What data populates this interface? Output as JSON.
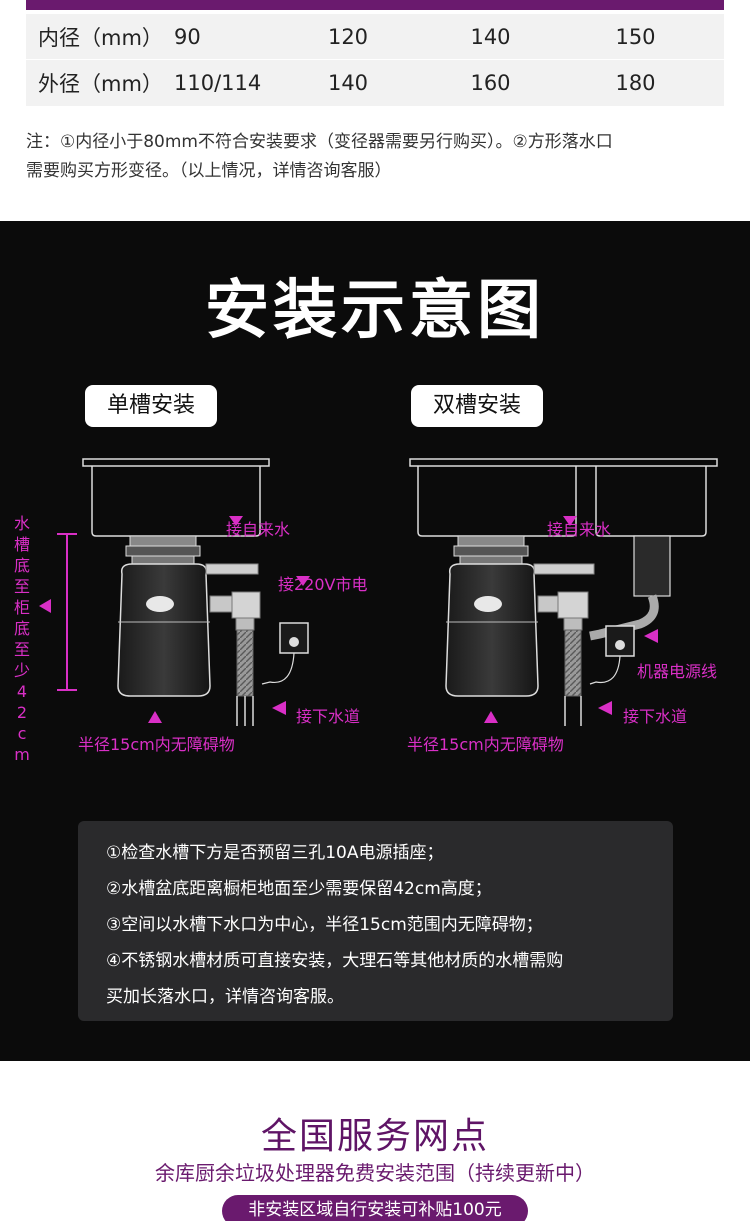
{
  "table": {
    "rows": [
      {
        "label": "内径（mm）",
        "values": [
          "90",
          "120",
          "140",
          "150"
        ]
      },
      {
        "label": "外径（mm）",
        "values": [
          "110/114",
          "140",
          "160",
          "180"
        ]
      }
    ]
  },
  "note": {
    "line1": "注：①内径小于80mm不符合安装要求（变径器需要另行购买）。②方形落水口",
    "line2": "需要购买方形变径。（以上情况，详情咨询客服）"
  },
  "install": {
    "title": "安装示意图",
    "single_label": "单槽安装",
    "double_label": "双槽安装",
    "single": {
      "water_in": "接自来水",
      "power": "接220V市电",
      "drain": "接下水道",
      "clearance": "半径15cm内无障碍物",
      "height": "水槽底至柜底至少42cm"
    },
    "double": {
      "water_in": "接自来水",
      "power_cord": "机器电源线",
      "drain": "接下水道",
      "clearance": "半径15cm内无障碍物"
    },
    "steps": [
      "①检查水槽下方是否预留三孔10A电源插座；",
      "②水槽盆底距离橱柜地面至少需要保留42cm高度；",
      "③空间以水槽下水口为中心，半径15cm范围内无障碍物；",
      "④不锈钢水槽材质可直接安装，大理石等其他材质的水槽需购",
      "买加长落水口，详情咨询客服。"
    ]
  },
  "service": {
    "title": "全国服务网点",
    "subtitle": "余库厨余垃圾处理器免费安装范围（持续更新中）",
    "badge": "非安装区域自行安装可补贴100元"
  },
  "colors": {
    "accent": "#6a1a6e",
    "annotation": "#d92fc6",
    "dark_bg": "#0b0b0b",
    "panel": "#2a2a2c"
  }
}
